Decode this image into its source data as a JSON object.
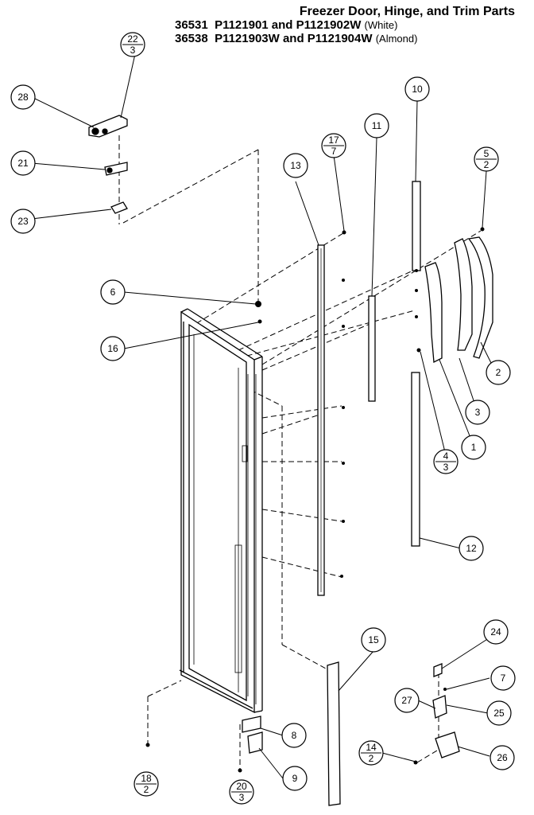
{
  "title": {
    "heading": "Freezer Door, Hinge, and Trim Parts",
    "line2_model": "36531",
    "line2_parts": "P1121901 and P1121902W",
    "line2_color": "(White)",
    "line3_model": "36538",
    "line3_parts": "P1121903W and P1121904W",
    "line3_color": "(Almond)"
  },
  "callouts": {
    "c1": "1",
    "c2": "2",
    "c3": "3",
    "c6": "6",
    "c7": "7",
    "c8": "8",
    "c9": "9",
    "c10": "10",
    "c11": "11",
    "c12": "12",
    "c13": "13",
    "c15": "15",
    "c16": "16",
    "c21": "21",
    "c23": "23",
    "c24": "24",
    "c25": "25",
    "c26": "26",
    "c27": "27",
    "c28": "28",
    "f22_top": "22",
    "f22_bot": "3",
    "f17_top": "17",
    "f17_bot": "7",
    "f5_top": "5",
    "f5_bot": "2",
    "f4a_top": "4",
    "f4a_bot": "3",
    "f18_top": "18",
    "f18_bot": "2",
    "f20_top": "20",
    "f20_bot": "3",
    "f14_top": "14",
    "f14_bot": "2"
  }
}
